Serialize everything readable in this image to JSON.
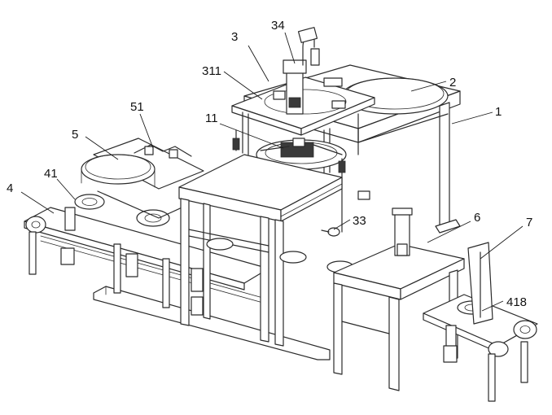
{
  "callouts": [
    {
      "id": "c3",
      "text": "3"
    },
    {
      "id": "c34",
      "text": "34"
    },
    {
      "id": "c311",
      "text": "311"
    },
    {
      "id": "c2",
      "text": "2"
    },
    {
      "id": "c1",
      "text": "1"
    },
    {
      "id": "c51",
      "text": "51"
    },
    {
      "id": "c11",
      "text": "11"
    },
    {
      "id": "c5",
      "text": "5"
    },
    {
      "id": "c41",
      "text": "41"
    },
    {
      "id": "c4",
      "text": "4"
    },
    {
      "id": "c33",
      "text": "33"
    },
    {
      "id": "c6",
      "text": "6"
    },
    {
      "id": "c7",
      "text": "7"
    },
    {
      "id": "c418",
      "text": "418"
    }
  ],
  "colors": {
    "line": "#2b2b2b",
    "background": "#ffffff"
  }
}
